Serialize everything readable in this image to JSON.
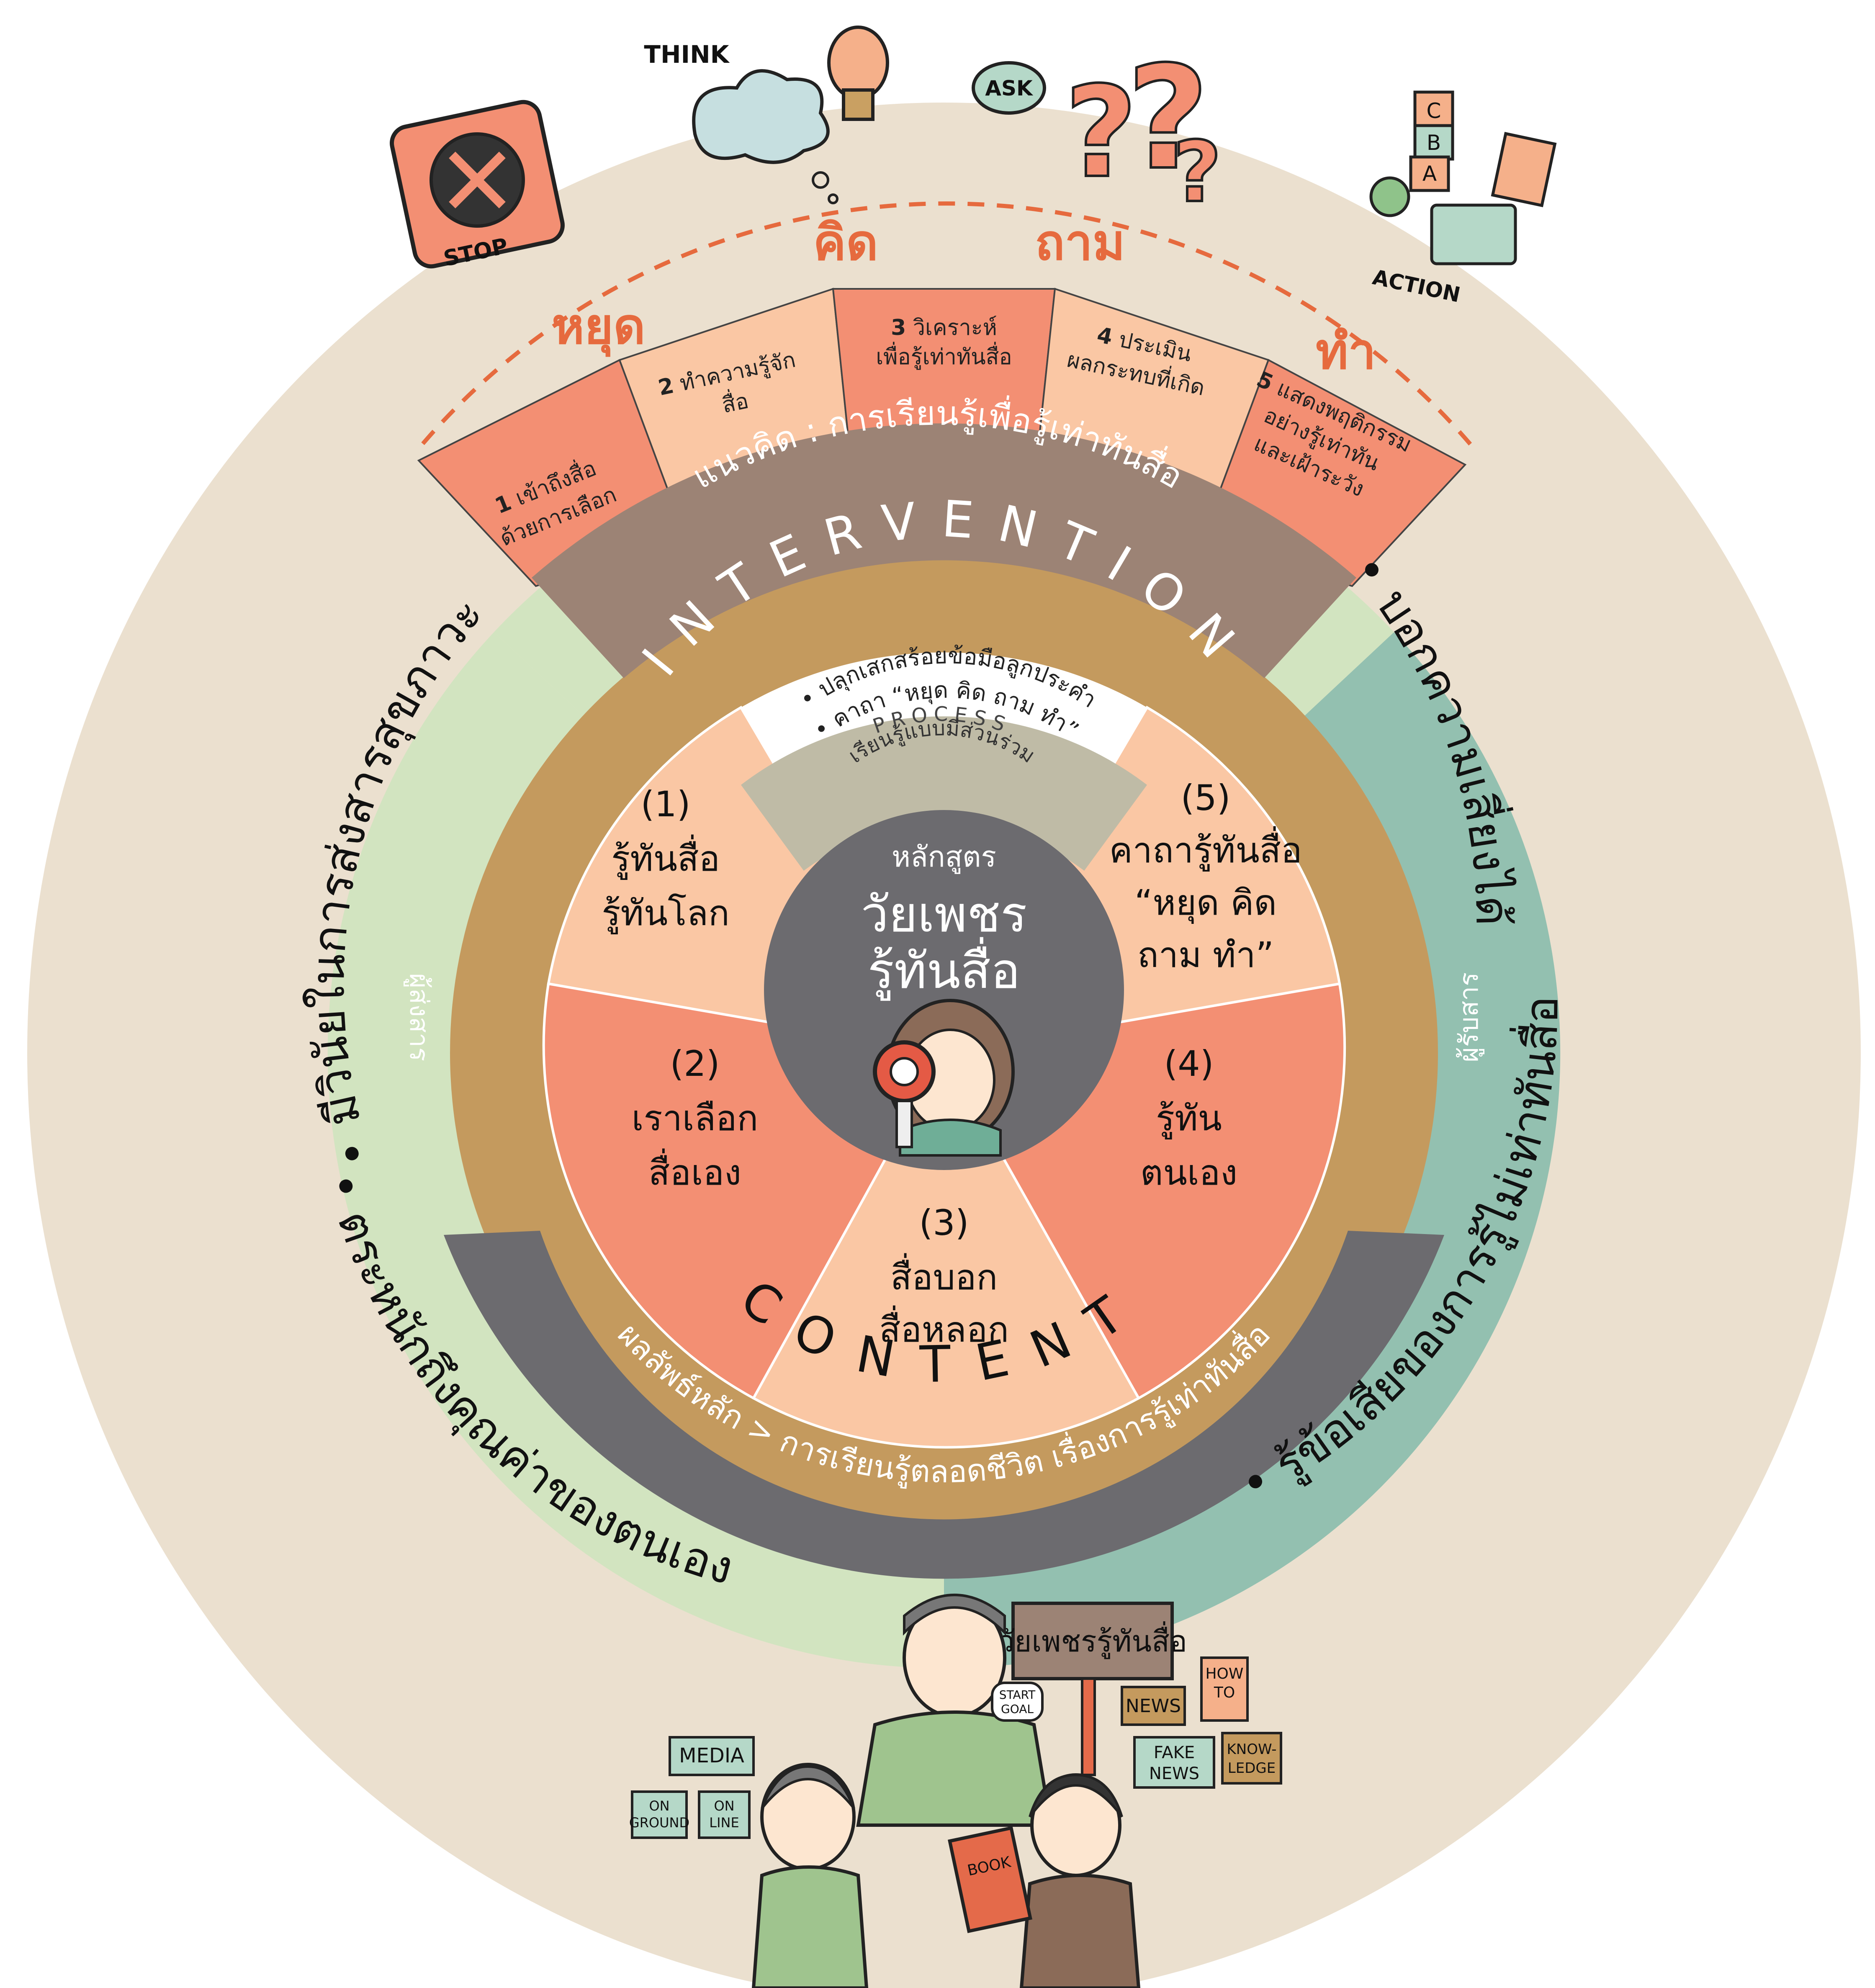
{
  "colors": {
    "outer_disc": "#ebe0cf",
    "green_ring": "#d2e4c0",
    "teal_ring": "#93c0b0",
    "gold_ring": "#c49a5e",
    "brown_band": "#9c8375",
    "dark_gray": "#6c6b6f",
    "sage": "#bfbba6",
    "salmon": "#f38f73",
    "peach": "#fac7a4",
    "orange_text": "#e66a3e",
    "white": "#ffffff",
    "ink": "#1e1e1e"
  },
  "top_steps": {
    "stop": "หยุด",
    "think": "คิด",
    "ask": "ถาม",
    "act": "ทำ"
  },
  "stage_boxes": [
    {
      "num": "1",
      "lines": [
        "เข้าถึงสื่อ",
        "ด้วยการเลือก"
      ]
    },
    {
      "num": "2",
      "lines": [
        "ทำความรู้จัก",
        "สื่อ"
      ]
    },
    {
      "num": "3",
      "lines": [
        "วิเคราะห์",
        "เพื่อรู้เท่าทันสื่อ"
      ]
    },
    {
      "num": "4",
      "lines": [
        "ประเมิน",
        "ผลกระทบที่เกิด"
      ]
    },
    {
      "num": "5",
      "lines": [
        "แสดงพฤติกรรม",
        "อย่างรู้เท่าทัน",
        "และเฝ้าระวัง"
      ]
    }
  ],
  "concept_band": "แนวคิด : การเรียนรู้เพื่อรู้เท่าทันสื่อ",
  "intervention": {
    "title": "INTERVENTION",
    "items": [
      "• ปลุกเสกสร้อยข้อมือลูกประคำ",
      "• คาถา “หยุด คิด ถาม ทำ”"
    ]
  },
  "process": {
    "title": "PROCESS",
    "subtitle": "เรียนรู้แบบมีส่วนร่วม"
  },
  "center": {
    "label": "หลักสูตร",
    "title_line1": "วัยเพชร",
    "title_line2": "รู้ทันสื่อ"
  },
  "segments": [
    {
      "num": "(1)",
      "lines": [
        "รู้ทันสื่อ",
        "รู้ทันโลก"
      ]
    },
    {
      "num": "(2)",
      "lines": [
        "เราเลือก",
        "สื่อเอง"
      ]
    },
    {
      "num": "(3)",
      "lines": [
        "สื่อบอก",
        "สื่อหลอก"
      ]
    },
    {
      "num": "(4)",
      "lines": [
        "รู้ทัน",
        "ตนเอง"
      ]
    },
    {
      "num": "(5)",
      "lines": [
        "คาถารู้ทันสื่อ",
        "“หยุด คิด",
        "ถาม ทำ”"
      ]
    }
  ],
  "content": {
    "title": "CONTENT",
    "outcome": "ผลลัพธ์หลัก > การเรียนรู้ตลอดชีวิต เรื่องการรู้เท่าทันสื่อ"
  },
  "sender": {
    "label": "ผู้ส่งสาร",
    "bullet1": "• มีวินัยในการส่งสารสุขภาวะ",
    "bullet2": "• ตระหนักถึงคุณค่าของตนเอง"
  },
  "receiver": {
    "label": "ผู้รับสาร",
    "bullet1": "• บอกความเสี่ยงได้",
    "bullet2": "• รู้ข้อเสียของการรู้ไม่เท่าทันสื่อ"
  },
  "doodles": {
    "think": "THINK",
    "ask": "ASK",
    "stop": "STOP",
    "action": "ACTION",
    "blocks": [
      "C",
      "B",
      "A"
    ],
    "sign": "วัยเพชรรู้ทันสื่อ",
    "start_goal": [
      "START",
      "GOAL"
    ],
    "media": "MEDIA",
    "on_ground": [
      "ON",
      "GROUND"
    ],
    "on_line": [
      "ON",
      "LINE"
    ],
    "news": "NEWS",
    "how_to": [
      "HOW",
      "TO"
    ],
    "fake_news": [
      "FAKE",
      "NEWS"
    ],
    "knowledge": [
      "KNOW-",
      "LEDGE"
    ],
    "book": "BOOK"
  }
}
